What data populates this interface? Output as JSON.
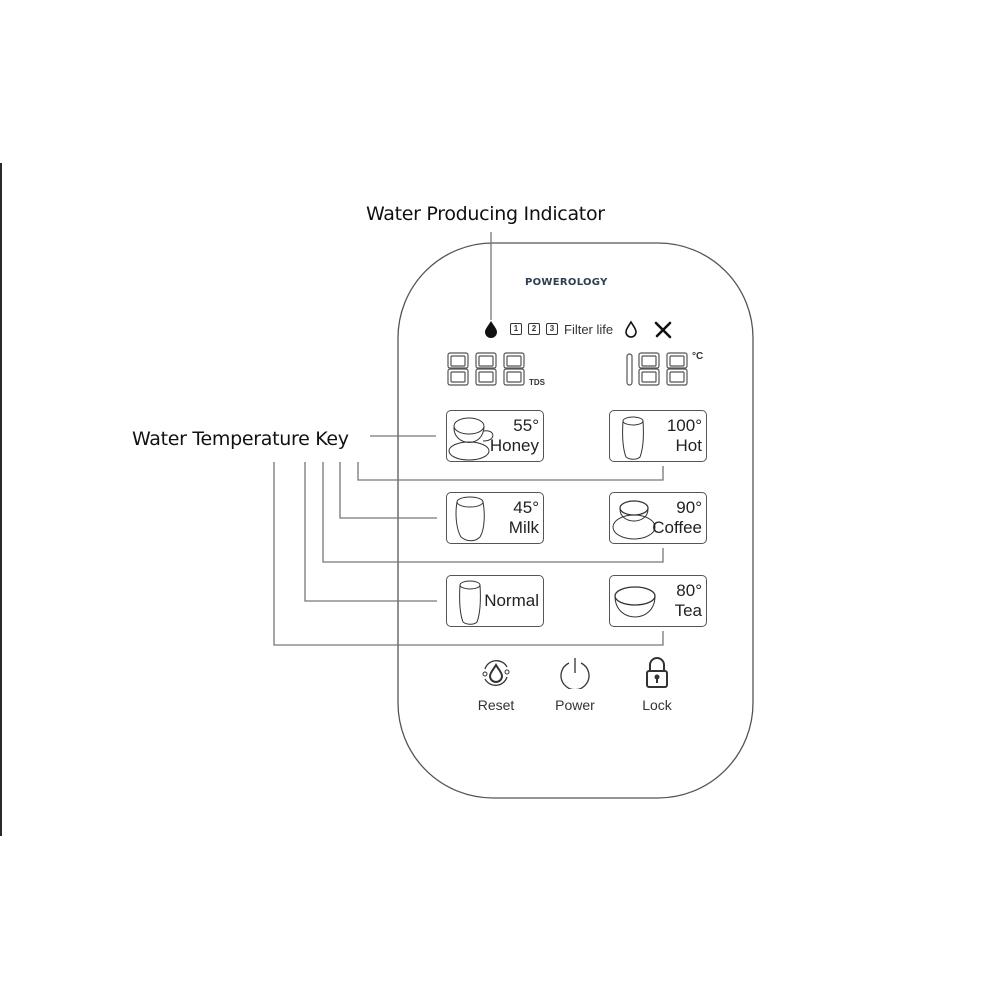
{
  "annotations": {
    "water_producing_indicator": "Water Producing Indicator",
    "water_temperature_key": "Water Temperature Key"
  },
  "panel": {
    "brand": "POWEROLOGY",
    "status_row": {
      "indicator_icon": "water-drop-filled-icon",
      "filter_numbers": [
        "1",
        "2",
        "3"
      ],
      "filter_label": "Filter life",
      "water_icon": "water-drop-outline-icon",
      "service_icon": "tools-icon"
    },
    "displays": {
      "tds": {
        "digits": "888",
        "unit": "TDS"
      },
      "temperature": {
        "digits": "188",
        "unit": "°C"
      }
    },
    "keys": [
      {
        "id": "honey",
        "temp": "55°",
        "name": "Honey",
        "icon": "cup-saucer-icon"
      },
      {
        "id": "hot",
        "temp": "100°",
        "name": "Hot",
        "icon": "tall-glass-icon"
      },
      {
        "id": "milk",
        "temp": "45°",
        "name": "Milk",
        "icon": "short-glass-icon"
      },
      {
        "id": "coffee",
        "temp": "90°",
        "name": "Coffee",
        "icon": "coffee-cup-icon"
      },
      {
        "id": "normal",
        "temp": "",
        "name": "Normal",
        "icon": "tall-glass-icon"
      },
      {
        "id": "tea",
        "temp": "80°",
        "name": "Tea",
        "icon": "bowl-icon"
      }
    ],
    "controls": [
      {
        "id": "reset",
        "label": "Reset",
        "icon": "reset-icon"
      },
      {
        "id": "power",
        "label": "Power",
        "icon": "power-icon"
      },
      {
        "id": "lock",
        "label": "Lock",
        "icon": "lock-icon"
      }
    ]
  }
}
